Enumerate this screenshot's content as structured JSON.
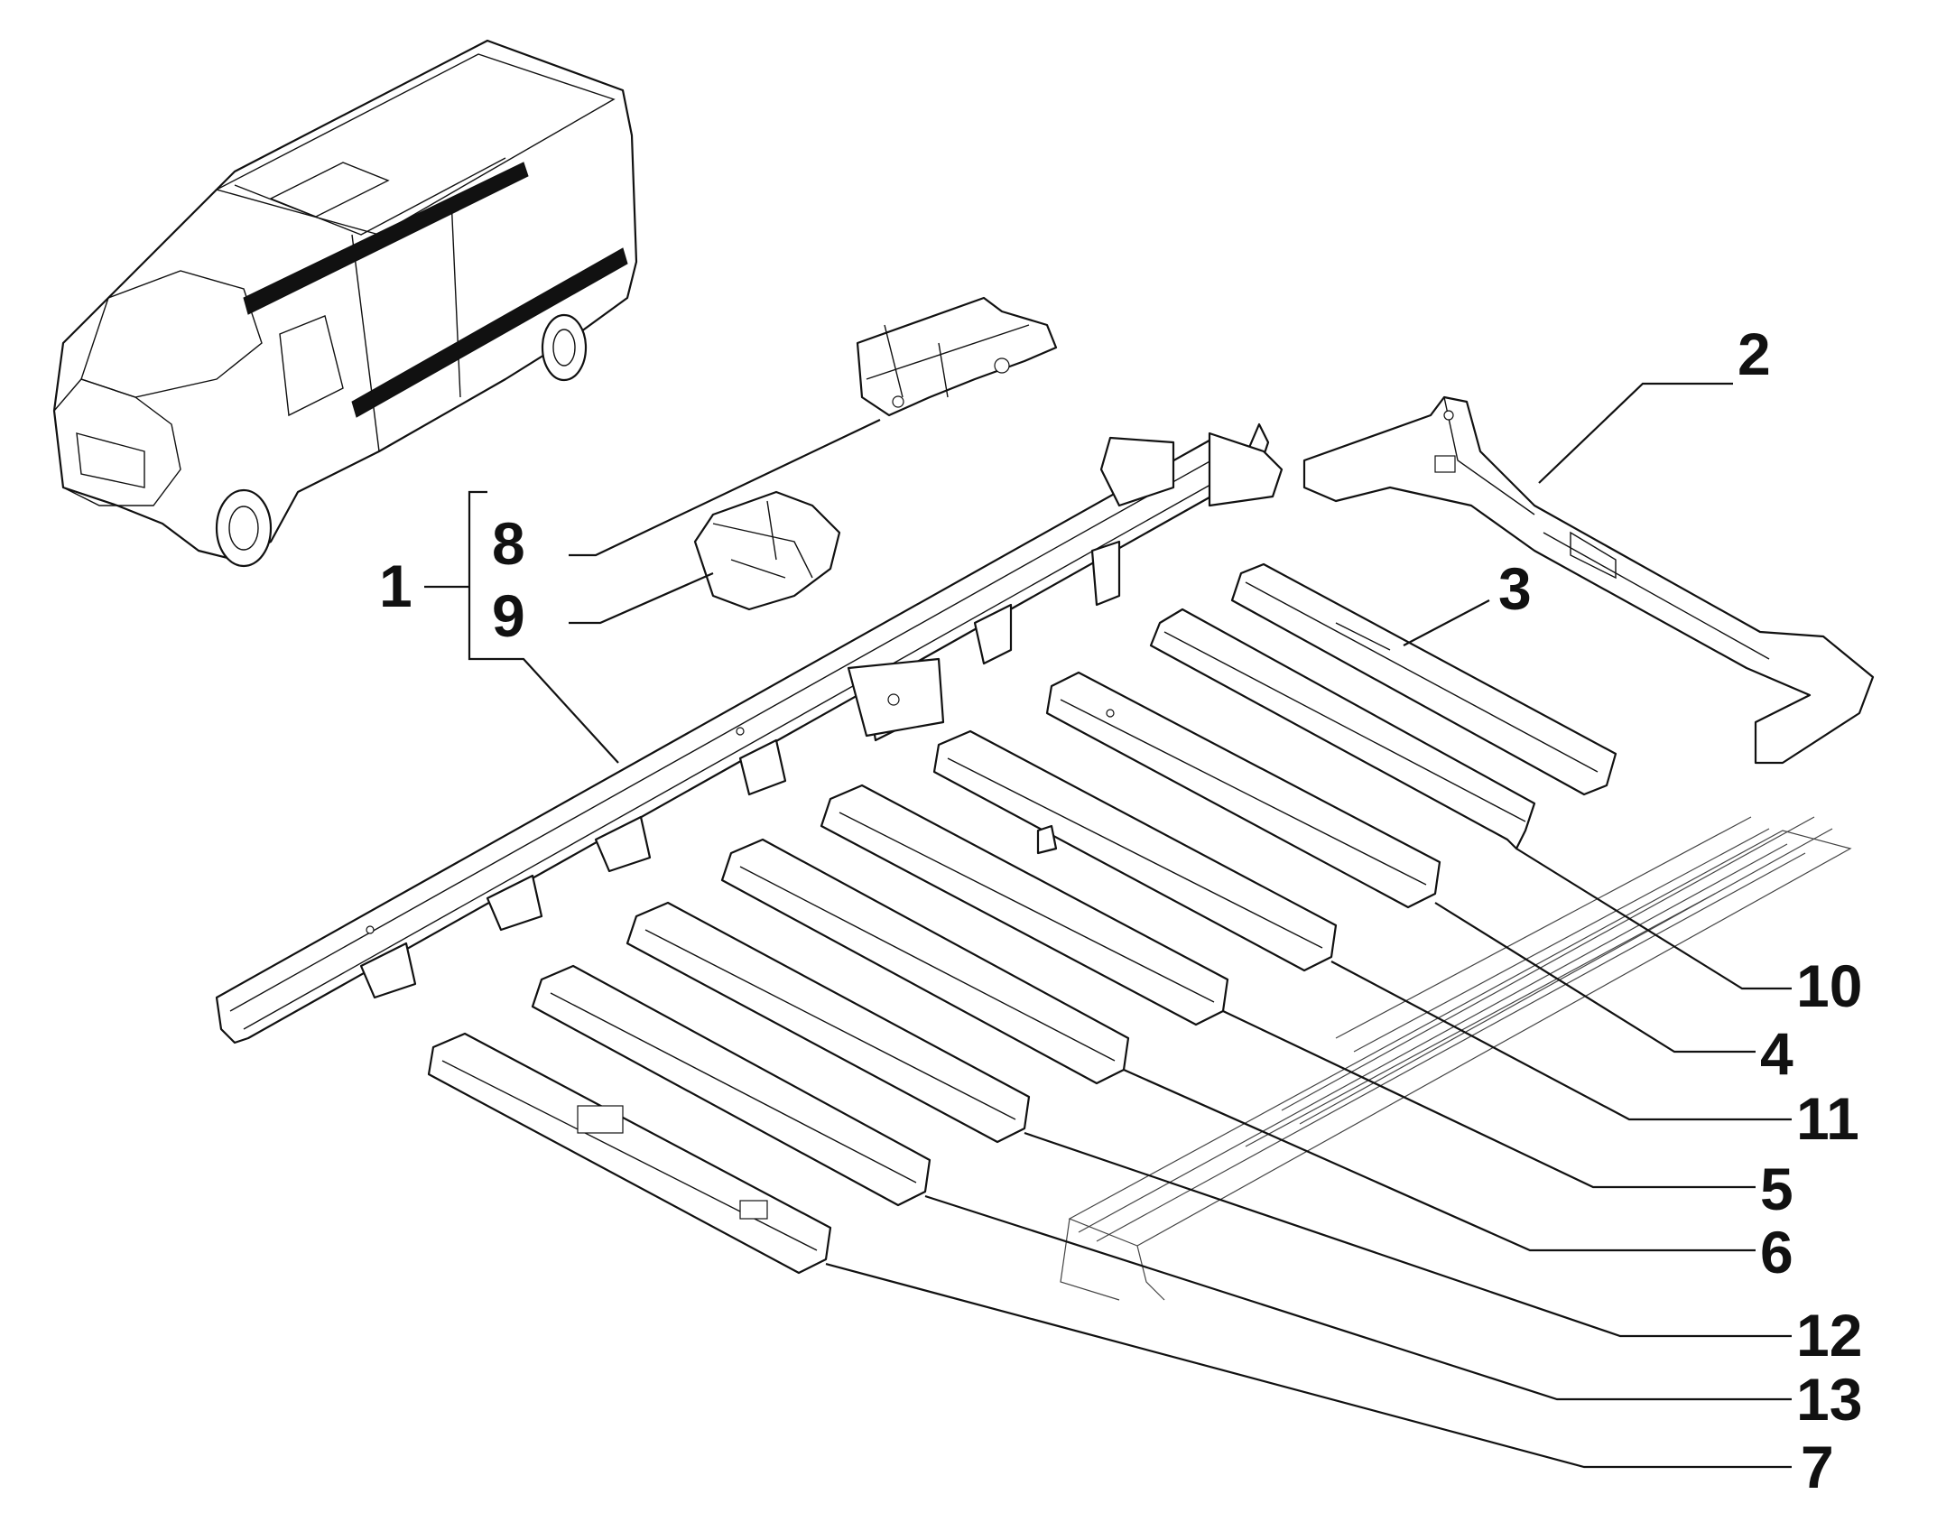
{
  "callouts": [
    {
      "id": "1",
      "label": "1"
    },
    {
      "id": "2",
      "label": "2"
    },
    {
      "id": "3",
      "label": "3"
    },
    {
      "id": "4",
      "label": "4"
    },
    {
      "id": "5",
      "label": "5"
    },
    {
      "id": "6",
      "label": "6"
    },
    {
      "id": "7",
      "label": "7"
    },
    {
      "id": "8",
      "label": "8"
    },
    {
      "id": "9",
      "label": "9"
    },
    {
      "id": "10",
      "label": "10"
    },
    {
      "id": "11",
      "label": "11"
    },
    {
      "id": "12",
      "label": "12"
    },
    {
      "id": "13",
      "label": "13"
    }
  ],
  "colors": {
    "line": "#111111",
    "background": "#ffffff"
  }
}
